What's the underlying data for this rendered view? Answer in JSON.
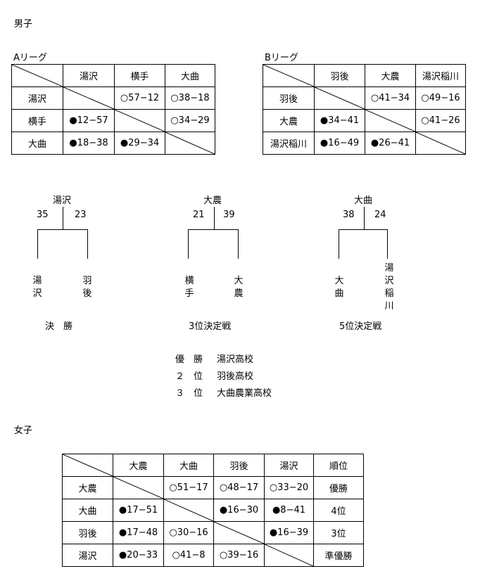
{
  "boys": {
    "heading": "男子",
    "leagueA": {
      "title": "Aリーグ",
      "cols": [
        "湯沢",
        "横手",
        "大曲"
      ],
      "rows": [
        {
          "team": "湯沢",
          "cells": [
            "",
            "○57−12",
            "○38−18"
          ]
        },
        {
          "team": "横手",
          "cells": [
            "●12−57",
            "",
            "○34−29"
          ]
        },
        {
          "team": "大曲",
          "cells": [
            "●18−38",
            "●29−34",
            ""
          ]
        }
      ]
    },
    "leagueB": {
      "title": "Bリーグ",
      "cols": [
        "羽後",
        "大農",
        "湯沢稲川"
      ],
      "rows": [
        {
          "team": "羽後",
          "cells": [
            "",
            "○41−34",
            "○49−16"
          ]
        },
        {
          "team": "大農",
          "cells": [
            "●34−41",
            "",
            "○41−26"
          ]
        },
        {
          "team": "湯沢稲川",
          "cells": [
            "●16−49",
            "●26−41",
            ""
          ]
        }
      ]
    },
    "brackets": [
      {
        "winner": "湯沢",
        "left_score": "35",
        "right_score": "23",
        "left_team": "湯沢",
        "right_team": "羽後",
        "label": "決　勝"
      },
      {
        "winner": "大農",
        "left_score": "21",
        "right_score": "39",
        "left_team": "横手",
        "right_team": "大農",
        "label": "3位決定戦"
      },
      {
        "winner": "大曲",
        "left_score": "38",
        "right_score": "24",
        "left_team": "大曲",
        "right_team": "湯沢稲川",
        "label": "5位決定戦"
      }
    ],
    "results": [
      {
        "rank": "優　勝",
        "school": "湯沢高校"
      },
      {
        "rank": "２　位",
        "school": "羽後高校"
      },
      {
        "rank": "３　位",
        "school": "大曲農業高校"
      }
    ]
  },
  "girls": {
    "heading": "女子",
    "cols": [
      "大農",
      "大曲",
      "羽後",
      "湯沢",
      "順位"
    ],
    "rows": [
      {
        "team": "大農",
        "cells": [
          "",
          "○51−17",
          "○48−17",
          "○33−20",
          "優勝"
        ]
      },
      {
        "team": "大曲",
        "cells": [
          "●17−51",
          "",
          "●16−30",
          "●8−41",
          "4位"
        ]
      },
      {
        "team": "羽後",
        "cells": [
          "●17−48",
          "○30−16",
          "",
          "●16−39",
          "3位"
        ]
      },
      {
        "team": "湯沢",
        "cells": [
          "●20−33",
          "○41−8",
          "○39−16",
          "",
          "準優勝"
        ]
      }
    ]
  }
}
